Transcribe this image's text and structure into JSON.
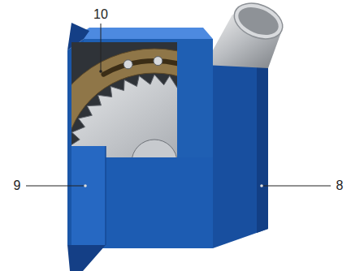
{
  "diagram": {
    "labels": [
      "10",
      "9",
      "8"
    ]
  }
}
